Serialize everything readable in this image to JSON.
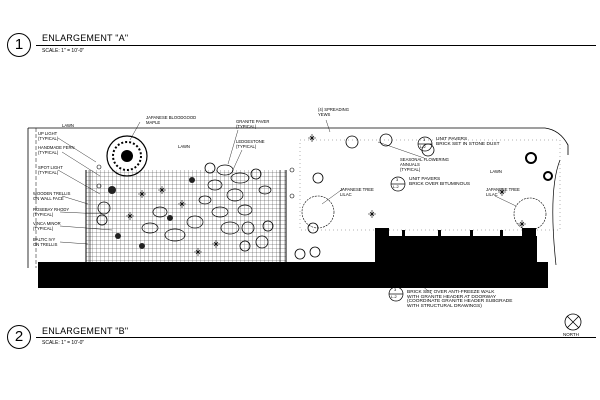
{
  "header_a": {
    "number": "1",
    "title": "ENLARGEMENT \"A\"",
    "scale": "SCALE: 1\" = 10'-0\""
  },
  "header_b": {
    "number": "2",
    "title": "ENLARGEMENT \"B\"",
    "scale": "SCALE: 1\" = 10'-0\""
  },
  "north": {
    "label": "NORTH"
  },
  "callouts": {
    "unit_pavers_1": {
      "ref_top": "3",
      "ref_bottom": "L-2",
      "text": "UNIT PAVERS\nBRICK SET IN STONE DUST"
    },
    "unit_pavers_2": {
      "ref_top": "3",
      "ref_bottom": "L-2",
      "text": "UNIT PAVERS\nBRICK OVER BITUMINOUS"
    },
    "unit_pavers_3": {
      "ref_top": "3",
      "ref_bottom": "L-2",
      "text": "UNIT PAVERS\nBRICK SET OVER ANTI-FREEZE WALK\nWITH GRANITE HEADER AT DOORWAY\n(COORDINATE GRANITE HEADER SUBGRADE\nWITH STRUCTURAL DRAWINGS)"
    }
  },
  "labels": {
    "up_light": "UP LIGHT\n(TYPICAL)",
    "handmade_fern": "HANDMADE FERN\n(TYPICAL)",
    "spot_light": "SPOT LIGHT\n(TYPICAL)",
    "wooden_trellis": "WOODEN TRELLIS\nON WALL FACE",
    "rosebay": "ROSEBAY RHODY\n(TYPICAL)",
    "vinca": "VINCA MINOR\n(TYPICAL)",
    "baltic_ivy": "BALTIC IVY\nON TRELLIS",
    "lawn_1": "LAWN",
    "japanese_bloodgood": "JAPANESE BLOODGOOD\nMAPLE",
    "lawn_2": "LAWN",
    "granite_paver": "GRANITE PAVER\n(TYPICAL)",
    "ledgestone": "LEDGESTONE\n(TYPICAL)",
    "spreading_yews": "(4) SPREADING\nYEWS",
    "seasonal_flowering": "SEASONAL FLOWERING\nANNUALS\n(TYPICAL)",
    "japanese_tree_lilac_1": "JAPANESE TREE\nLILAC",
    "japanese_tree_lilac_2": "JAPANESE TREE\nLILAC",
    "lawn_3": "LAWN"
  }
}
